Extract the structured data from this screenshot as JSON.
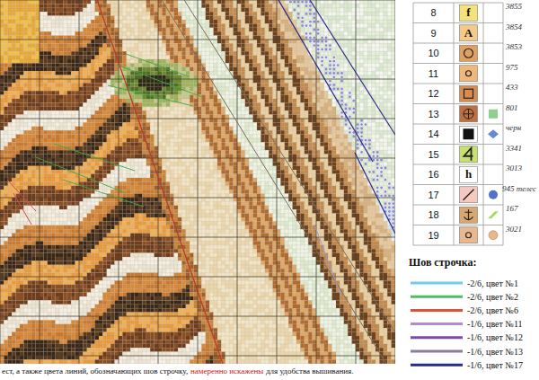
{
  "diagram": {
    "labels": [
      "8",
      "f",
      "3855",
      "9",
      "A",
      "3854",
      "10",
      "3853",
      "11",
      "975",
      "12",
      "433",
      "13",
      "801",
      "14",
      "черн",
      "15",
      "3341",
      "16",
      "h",
      "3013",
      "17",
      "945 телес",
      "18",
      "167",
      "19",
      "3021",
      "Шов строчка:",
      "ест, а также цвета линий, обозначающих шов строчку,",
      "намеренно искажены",
      "для удобства вышивания."
    ],
    "legend": [
      {
        "text": "-2/6, цвет №1"
      },
      {
        "text": "-2/6, цвет №2"
      },
      {
        "text": "-2/6, цвет №6"
      },
      {
        "text": "-1/6, цвет №11"
      },
      {
        "text": "-1/6, цвет №12"
      },
      {
        "text": "-1/6, цвет №13"
      },
      {
        "text": "-1/6, цвет №17"
      }
    ]
  }
}
